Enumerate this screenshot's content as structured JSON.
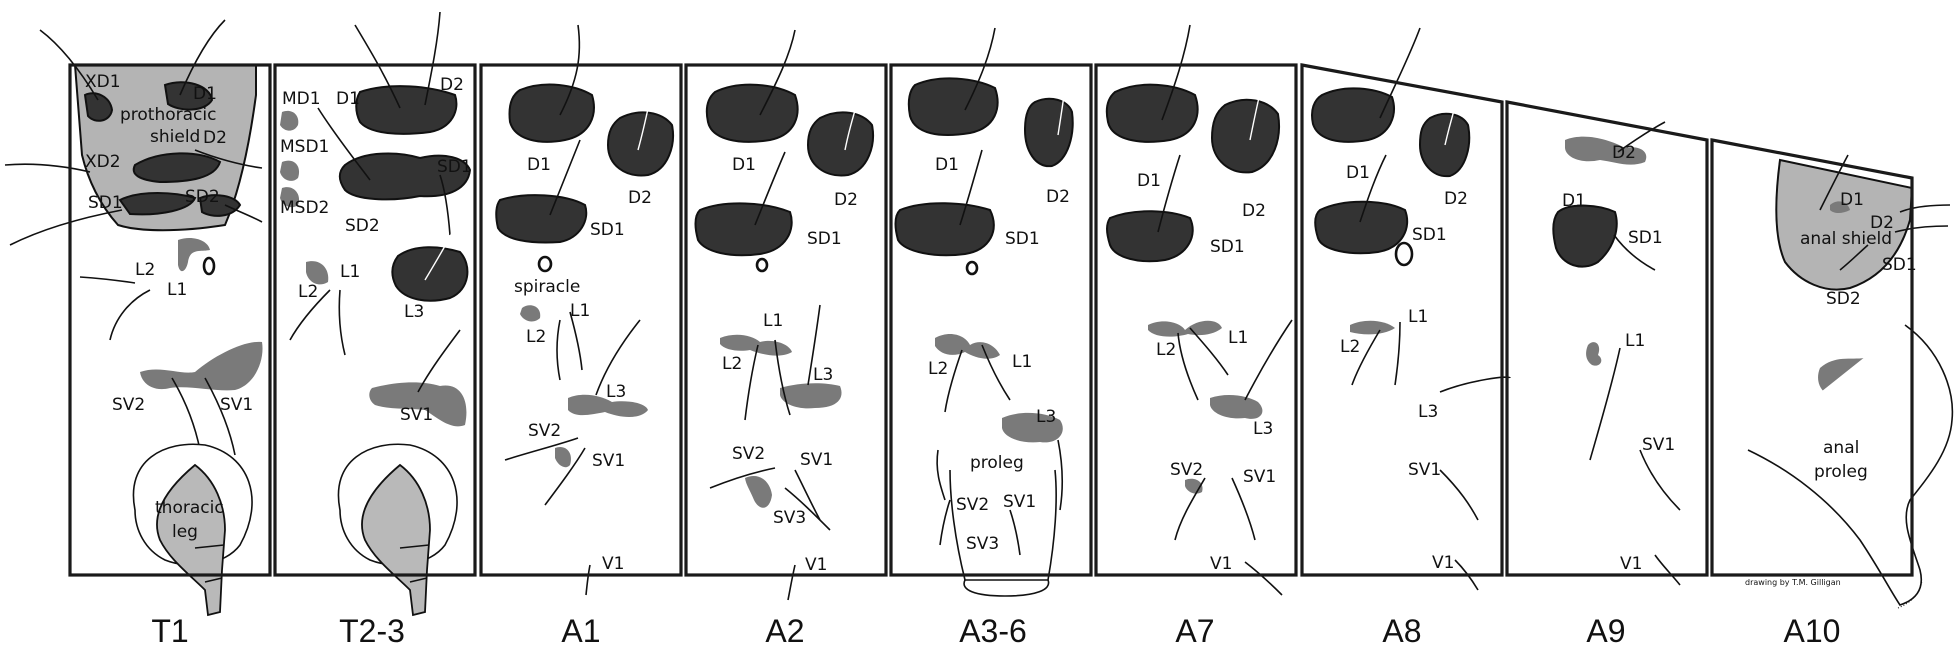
{
  "segments": [
    "T1",
    "T2-3",
    "A1",
    "A2",
    "A3-6",
    "A7",
    "A8",
    "A9",
    "A10"
  ],
  "setae": {
    "XD1": "XD1",
    "D1": "D1",
    "D2": "D2",
    "XD2": "XD2",
    "SD1": "SD1",
    "SD2": "SD2",
    "L1": "L1",
    "L2": "L2",
    "L3": "L3",
    "SV1": "SV1",
    "SV2": "SV2",
    "SV3": "SV3",
    "V1": "V1",
    "MD1": "MD1",
    "MSD1": "MSD1",
    "MSD2": "MSD2"
  },
  "structures": {
    "prothoracic_1": "prothoracic",
    "prothoracic_2": "shield",
    "thoracic_1": "thoracic",
    "thoracic_2": "leg",
    "spiracle": "spiracle",
    "proleg": "proleg",
    "anal_shield": "anal shield",
    "anal_1": "anal",
    "anal_2": "proleg"
  },
  "credit": "drawing by T.M. Gilligan",
  "colors": {
    "dark_pinaculum": "#333333",
    "light_pinaculum": "#7a7a7a",
    "shield": "#b4b4b4",
    "line": "#111111"
  }
}
